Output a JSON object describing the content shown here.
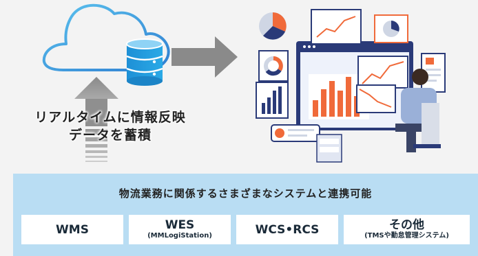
{
  "caption": {
    "line1": "リアルタイムに情報反映",
    "line2": "データを蓄積"
  },
  "panel": {
    "title": "物流業務に関係するさまざまなシステムと連携可能",
    "boxes": [
      {
        "main": "WMS",
        "sub": ""
      },
      {
        "main": "WES",
        "sub": "(MMLogiStation)"
      },
      {
        "main": "WCS•RCS",
        "sub": ""
      },
      {
        "main": "その他",
        "sub": "(TMSや勤怠管理システム)"
      }
    ]
  },
  "colors": {
    "cloud_blue": "#3ea7e0",
    "arrow_gray": "#8a8a8a",
    "panel_bg": "#b9ddf3",
    "accent_orange": "#f06a3a",
    "chart_navy": "#2a3a78"
  }
}
